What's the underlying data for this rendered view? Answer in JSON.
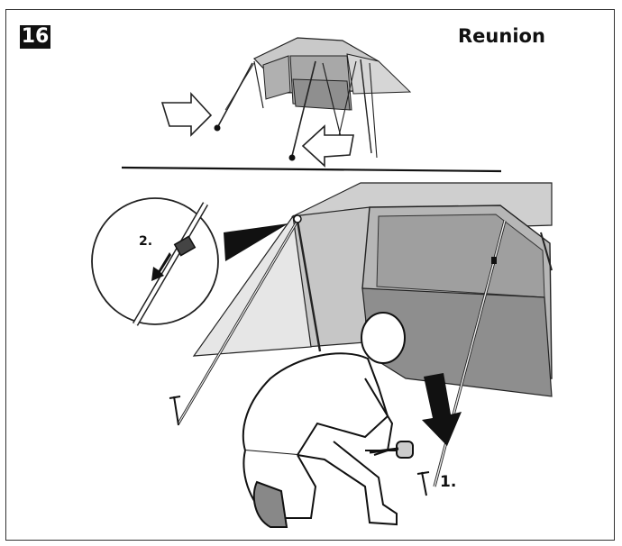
{
  "header": {
    "step_number": "16",
    "product_name": "Reunion"
  },
  "callouts": {
    "step_one": "1.",
    "step_two": "2."
  },
  "colors": {
    "ink": "#111111",
    "fabric_light": "#d4d4d4",
    "fabric_mid": "#b3b3b3",
    "fabric_dark": "#8c8c8c",
    "pole": "#e8e8e8"
  },
  "icons": [
    "step-badge",
    "hand-arrow-icon",
    "down-arrow-icon",
    "buckle-icon",
    "stake-icon",
    "mallet-icon"
  ]
}
